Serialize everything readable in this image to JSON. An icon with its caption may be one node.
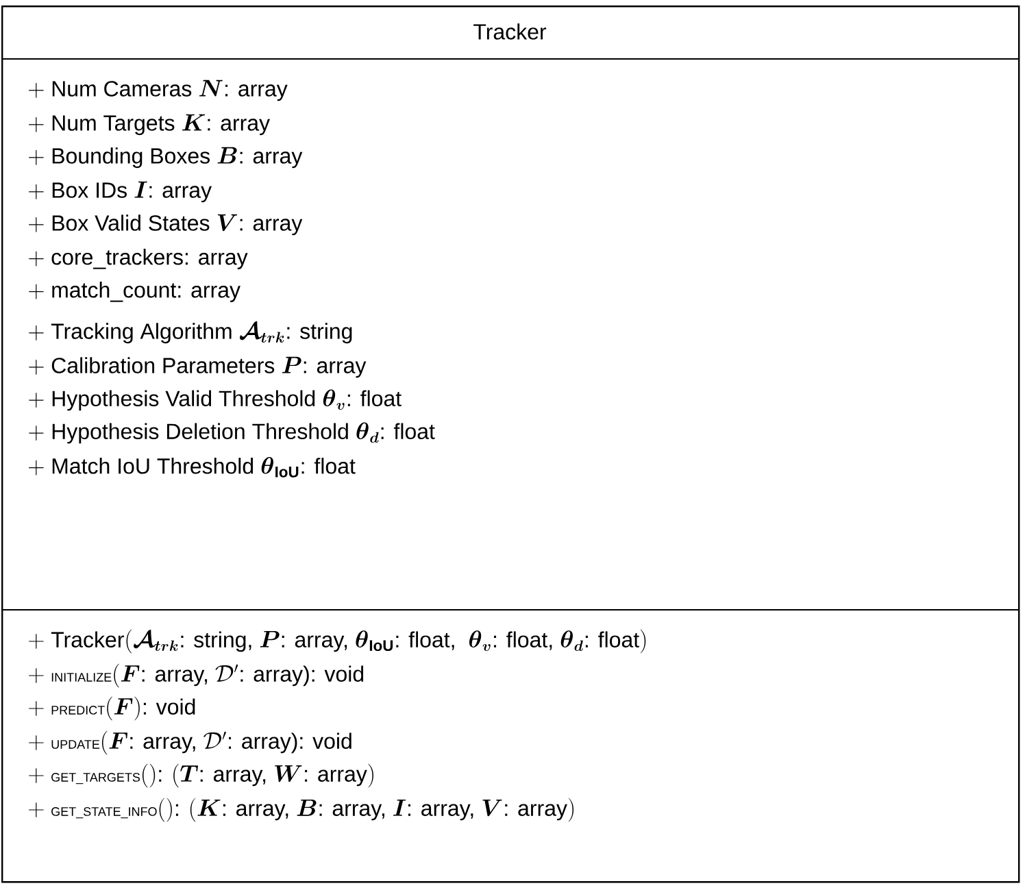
{
  "diagram": {
    "nodes": [
      {
        "text": [
          "Tracker",
          "+\\ \\text{Num Cameras }\\boldsymbol{N}\\text{: array}",
          "+\\ \\text{Num Targets }\\boldsymbol{K}\\text{: array}",
          "+\\ \\text{Bounding Boxes }\\boldsymbol{B}\\text{: array}",
          "+\\ \\text{Box IDs }\\boldsymbol{I}\\text{: array}",
          "+\\ \\text{Box Valid States }\\boldsymbol{V}\\text{: array}",
          "+\\ \\text{core\\_trackers: array}",
          "+\\ \\text{match\\_count: array}",
          "+\\ \\text{Tracking Algorithm }\\boldsymbol{\\mathcal{A}}_{\\boldsymbol{trk}}\\text{: string}",
          "+\\ \\text{Calibration Parameters }\\boldsymbol{P}\\text{: array}",
          "+\\ \\text{Hypothesis Valid Threshold }\\boldsymbol{\\theta}_{\\boldsymbol{v}}\\text{: float}",
          "+\\ \\text{Hypothesis Deletion Threshold }\\boldsymbol{\\theta}_{\\boldsymbol{d}}\\text{: float}",
          "+\\ \\text{Match IoU Threshold }\\boldsymbol{\\theta}_{\\mathbf{IoU}}\\text{: float}",
          "+\\ \\text{Tracker}(\\boldsymbol{\\mathcal{A}}_{\\boldsymbol{trk}}\\text{: string, }\\boldsymbol{P}\\text{: array, }\\boldsymbol{\\theta}_{\\mathbf{IoU}}\\text{: float, \\ }\\boldsymbol{\\theta}_{\\boldsymbol{v}}\\text{: float, }\\boldsymbol{\\theta}_{\\boldsymbol{d}}\\text{: float})",
          "+\\ \\text{\\small INITIALIZE}(\\boldsymbol{F}\\text{: array, }\\mathcal{D}'\\text{: array): void}",
          "+\\ \\text{\\small PREDICT}(\\boldsymbol{F})\\text{: void}",
          "+\\ \\text{\\small UPDATE}(\\boldsymbol{F}\\text{: array, }\\mathcal{D}'\\text{: array): void}",
          "+\\ \\text{\\small GET\\_TARGETS}()\\text{: }(\\boldsymbol{T}\\text{: array, }\\boldsymbol{W}\\text{: array})",
          "+\\ \\text{\\small GET\\_STATE\\_INFO}()\\text{: }(\\boldsymbol{K}\\text{: array, }\\boldsymbol{B}\\text{: array, }\\boldsymbol{I}\\text{: array, }\\boldsymbol{V}\\text{: array})"
        ]
      }
    ]
  }
}
